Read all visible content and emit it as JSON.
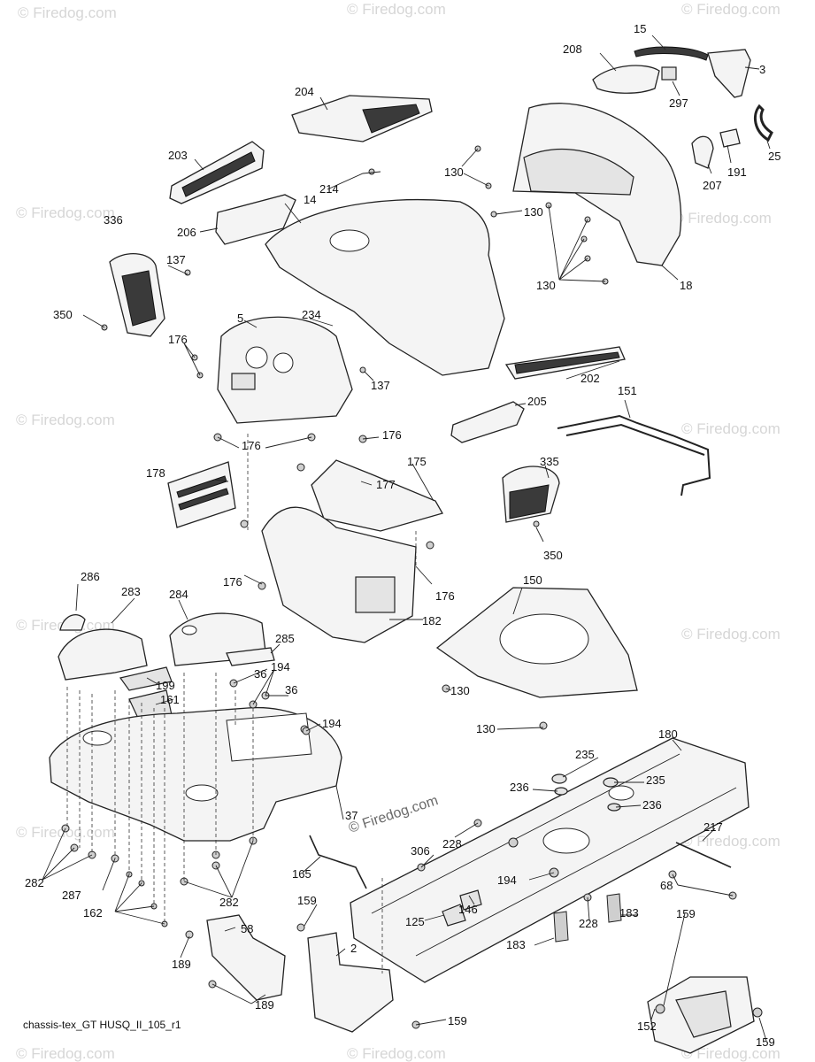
{
  "watermarks": {
    "brand": "© Firedog.com",
    "center": "© Firedog.com"
  },
  "caption": "chassis-tex_GT HUSQ_II_105_r1",
  "labels": {
    "l15": "15",
    "l208": "208",
    "l3": "3",
    "l297": "297",
    "l25": "25",
    "l204": "204",
    "l191": "191",
    "l207": "207",
    "l203": "203",
    "l214": "214",
    "l130a": "130",
    "l130b": "130",
    "l130c": "130",
    "l14": "14",
    "l206": "206",
    "l18": "18",
    "l336": "336",
    "l137a": "137",
    "l350a": "350",
    "l234": "234",
    "l5": "5",
    "l176a": "176",
    "l137b": "137",
    "l202": "202",
    "l205": "205",
    "l151": "151",
    "l176b": "176",
    "l176c": "176",
    "l175": "175",
    "l178": "178",
    "l177": "177",
    "l335": "335",
    "l350b": "350",
    "l150": "150",
    "l176d": "176",
    "l176e": "176",
    "l286": "286",
    "l283": "283",
    "l284": "284",
    "l182": "182",
    "l285": "285",
    "l130d": "130",
    "l194a": "194",
    "l36a": "36",
    "l36b": "36",
    "l199": "199",
    "l161": "161",
    "l130e": "130",
    "l194b": "194",
    "l180": "180",
    "l235a": "235",
    "l236a": "236",
    "l235b": "235",
    "l236b": "236",
    "l37": "37",
    "l228a": "228",
    "l217": "217",
    "l306": "306",
    "l282a": "282",
    "l287": "287",
    "l165": "165",
    "l194c": "194",
    "l68": "68",
    "l162": "162",
    "l282b": "282",
    "l146": "146",
    "l228b": "228",
    "l183a": "183",
    "l159a": "159",
    "l125": "125",
    "l159b": "159",
    "l58": "58",
    "l2": "2",
    "l183b": "183",
    "l189a": "189",
    "l189b": "189",
    "l159c": "159",
    "l152": "152",
    "l159d": "159"
  }
}
